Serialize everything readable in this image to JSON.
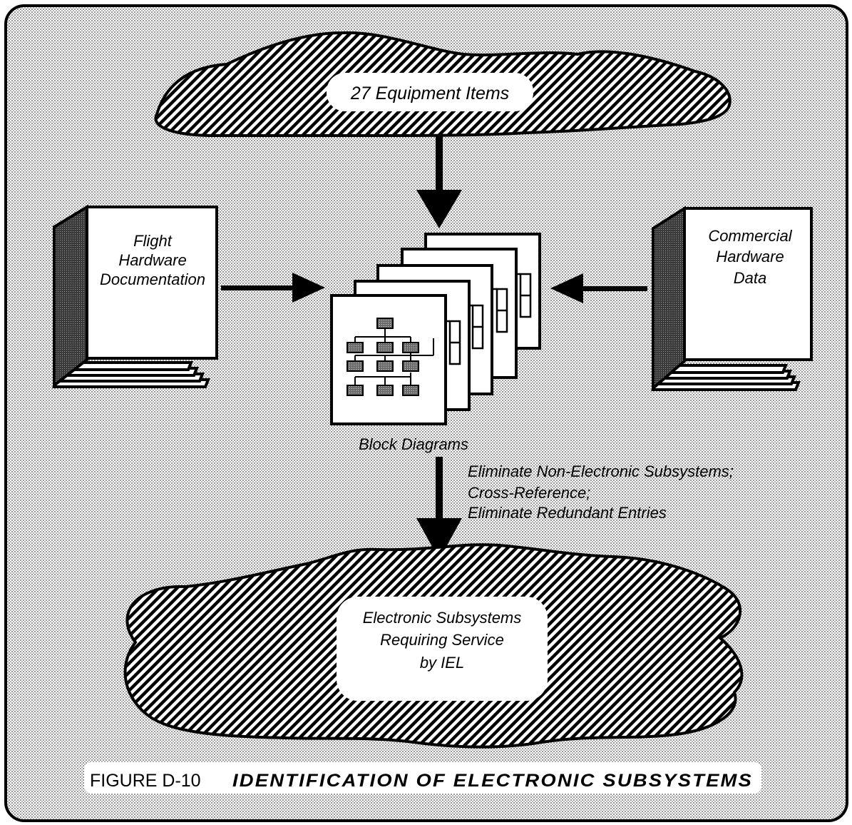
{
  "figure": {
    "number": "FIGURE D-10",
    "title": "IDENTIFICATION OF ELECTRONIC SUBSYSTEMS"
  },
  "nodes": {
    "equipment": {
      "label": "27 Equipment Items"
    },
    "flight_docs": {
      "lines": [
        "Flight",
        "Hardware",
        "Documentation"
      ]
    },
    "commercial_data": {
      "lines": [
        "Commercial",
        "Hardware",
        "Data"
      ]
    },
    "block_diagrams": {
      "label": "Block Diagrams"
    },
    "result": {
      "lines": [
        "Electronic Subsystems",
        "Requiring Service",
        "by IEL"
      ]
    }
  },
  "process_steps": [
    "Eliminate Non-Electronic Subsystems;",
    "Cross-Reference;",
    "Eliminate Redundant Entries"
  ],
  "colors": {
    "background_dots": "#c9c9c9",
    "ink": "#000000",
    "paper": "#ffffff"
  }
}
